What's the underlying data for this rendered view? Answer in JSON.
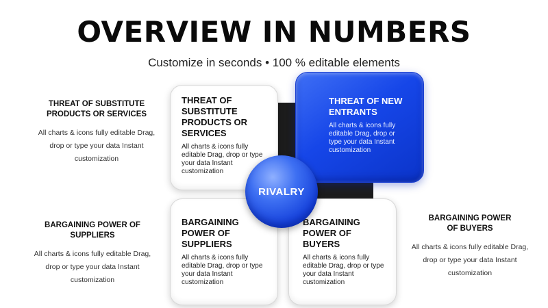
{
  "header": {
    "title": "OVERVIEW IN NUMBERS",
    "subtitle": "Customize in seconds • 100 % editable elements"
  },
  "side_left_top": {
    "heading_line1": "THREAT OF SUBSTITUTE",
    "heading_line2": "PRODUCTS OR SERVICES",
    "body": "All charts & icons fully editable Drag, drop or type your data Instant customization"
  },
  "side_left_bottom": {
    "heading_line1": "BARGAINING POWER OF",
    "heading_line2": "SUPPLIERS",
    "body": "All charts & icons fully editable Drag, drop or type your data Instant customization"
  },
  "side_right_bottom": {
    "heading_line1": "BARGAINING POWER",
    "heading_line2": "OF BUYERS",
    "body": "All charts & icons fully editable Drag, drop or type your data Instant customization"
  },
  "cards": {
    "top_left": {
      "title": "THREAT OF SUBSTITUTE PRODUCTS OR SERVICES",
      "body": "All charts & icons fully editable Drag, drop or type your data Instant customization"
    },
    "top_right": {
      "title": "THREAT OF NEW ENTRANTS",
      "body": "All charts & icons fully editable Drag, drop or type your data Instant customization"
    },
    "bottom_left": {
      "title": "BARGAINING POWER OF SUPPLIERS",
      "body": "All charts & icons fully editable Drag, drop or type your data Instant customization"
    },
    "bottom_right": {
      "title": "BARGAINING POWER OF BUYERS",
      "body": "All charts & icons fully editable Drag, drop or type your data Instant customization"
    }
  },
  "center": {
    "label": "RIVALRY"
  },
  "colors": {
    "accent_blue": "#1646e8",
    "center_dark": "#1c1c1c"
  }
}
